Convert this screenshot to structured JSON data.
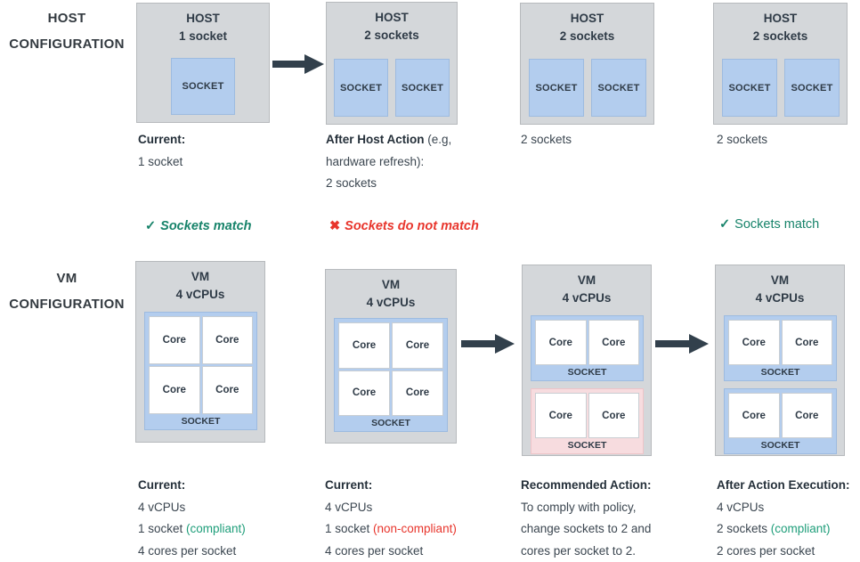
{
  "rows": {
    "host_label": "HOST\nCONFIGURATION",
    "host_label_line1": "HOST",
    "host_label_line2": "CONFIGURATION",
    "vm_label_line1": "VM",
    "vm_label_line2": "CONFIGURATION"
  },
  "colors": {
    "box_fill": "#d4d7da",
    "socket_blue": "#b3cdee",
    "socket_pink": "#f7dcdf",
    "core_white": "#ffffff",
    "ok_green": "#1f9e7a",
    "bad_red": "#e8352c",
    "arrow": "#32404c",
    "text": "#2f3b47"
  },
  "host_columns": [
    {
      "title": "HOST",
      "subtitle": "1 socket",
      "sockets": [
        "SOCKET"
      ],
      "socket_count": 1,
      "caption_bold": "Current:",
      "caption_lines": [
        "1 socket"
      ]
    },
    {
      "title": "HOST",
      "subtitle": "2 sockets",
      "sockets": [
        "SOCKET",
        "SOCKET"
      ],
      "socket_count": 2,
      "caption_bold": "After Host Action",
      "caption_bold_tail": " (e.g,",
      "caption_lines": [
        "hardware refresh):",
        "2 sockets"
      ]
    },
    {
      "title": "HOST",
      "subtitle": "2 sockets",
      "sockets": [
        "SOCKET",
        "SOCKET"
      ],
      "socket_count": 2,
      "caption_bold": "",
      "caption_lines": [
        "2 sockets"
      ]
    },
    {
      "title": "HOST",
      "subtitle": "2 sockets",
      "sockets": [
        "SOCKET",
        "SOCKET"
      ],
      "socket_count": 2,
      "caption_bold": "",
      "caption_lines": [
        "2 sockets"
      ]
    }
  ],
  "vm_columns": [
    {
      "title": "VM",
      "subtitle": "4 vCPUs",
      "sockets": [
        {
          "label": "SOCKET",
          "color": "blue",
          "cores": [
            "Core",
            "Core",
            "Core",
            "Core"
          ],
          "columns": 2
        }
      ],
      "caption_bold": "Current:",
      "caption_lines": [
        "4 vCPUs"
      ],
      "compliance_line_prefix": "1 socket ",
      "compliance_tag": "(compliant)",
      "compliance_state": "ok",
      "caption_last": "4 cores per socket"
    },
    {
      "title": "VM",
      "subtitle": "4 vCPUs",
      "sockets": [
        {
          "label": "SOCKET",
          "color": "blue",
          "cores": [
            "Core",
            "Core",
            "Core",
            "Core"
          ],
          "columns": 2
        }
      ],
      "caption_bold": "Current:",
      "caption_lines": [
        "4 vCPUs"
      ],
      "compliance_line_prefix": "1 socket ",
      "compliance_tag": "(non-compliant)",
      "compliance_state": "bad",
      "caption_last": "4 cores per socket"
    },
    {
      "title": "VM",
      "subtitle": "4 vCPUs",
      "sockets": [
        {
          "label": "SOCKET",
          "color": "blue",
          "cores": [
            "Core",
            "Core"
          ],
          "columns": 2
        },
        {
          "label": "SOCKET",
          "color": "pink",
          "cores": [
            "Core",
            "Core"
          ],
          "columns": 2
        }
      ],
      "caption_bold": "Recommended Action:",
      "caption_lines": [
        "To comply with policy,",
        "change sockets to 2 and",
        "cores per socket to 2."
      ]
    },
    {
      "title": "VM",
      "subtitle": "4 vCPUs",
      "sockets": [
        {
          "label": "SOCKET",
          "color": "blue",
          "cores": [
            "Core",
            "Core"
          ],
          "columns": 2
        },
        {
          "label": "SOCKET",
          "color": "blue",
          "cores": [
            "Core",
            "Core"
          ],
          "columns": 2
        }
      ],
      "caption_bold": "After Action Execution:",
      "caption_lines": [
        "4 vCPUs"
      ],
      "compliance_line_prefix": "2 sockets ",
      "compliance_tag": "(compliant)",
      "compliance_state": "ok",
      "caption_last": "2 cores per socket"
    }
  ],
  "markers": [
    {
      "glyph": "✓",
      "text": "Sockets match",
      "state": "good",
      "italic": true
    },
    {
      "glyph": "✖",
      "text": "Sockets do not match",
      "state": "fail",
      "italic": true
    },
    {
      "glyph": "✓",
      "text": "Sockets match",
      "state": "good",
      "italic": false
    }
  ],
  "icons": {
    "check": "check-icon",
    "cross": "cross-icon",
    "arrow": "right-arrow-icon"
  }
}
